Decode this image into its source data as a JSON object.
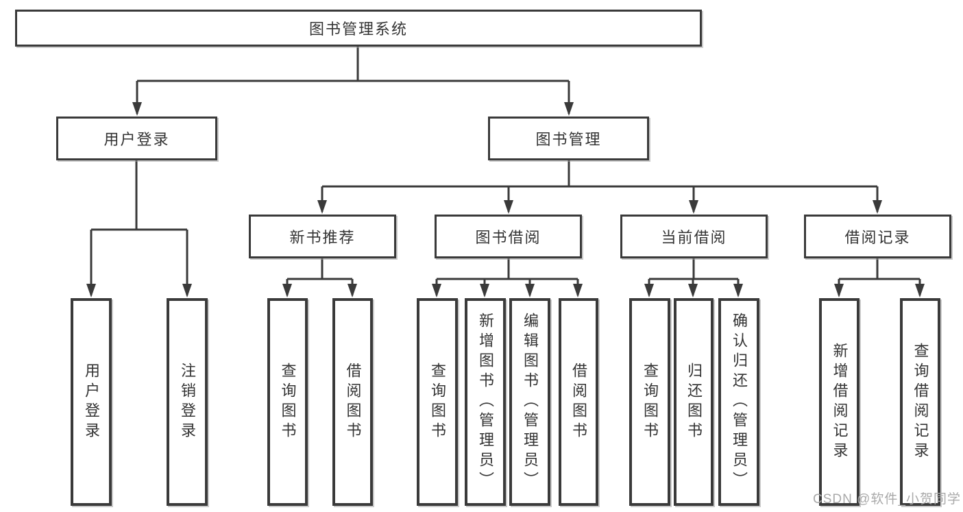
{
  "tree": {
    "label": "图书管理系统",
    "children": [
      {
        "label": "用户登录",
        "children": [
          {
            "label": "用户登录"
          },
          {
            "label": "注销登录"
          }
        ]
      },
      {
        "label": "图书管理",
        "children": [
          {
            "label": "新书推荐",
            "children": [
              {
                "label": "查询图书"
              },
              {
                "label": "借阅图书"
              }
            ]
          },
          {
            "label": "图书借阅",
            "children": [
              {
                "label": "查询图书"
              },
              {
                "label": "新增图书（管理员）"
              },
              {
                "label": "编辑图书（管理员）"
              },
              {
                "label": "借阅图书"
              }
            ]
          },
          {
            "label": "当前借阅",
            "children": [
              {
                "label": "查询图书"
              },
              {
                "label": "归还图书"
              },
              {
                "label": "确认归还（管理员）"
              }
            ]
          },
          {
            "label": "借阅记录",
            "children": [
              {
                "label": "新增借阅记录"
              },
              {
                "label": "查询借阅记录"
              }
            ]
          }
        ]
      }
    ]
  },
  "watermark": {
    "text": "CSDN @软件_小贺同学"
  },
  "colors": {
    "line": "#3a3a3a",
    "text": "#333333",
    "box_background": "#ffffff",
    "watermark": "#a9a9a9"
  }
}
